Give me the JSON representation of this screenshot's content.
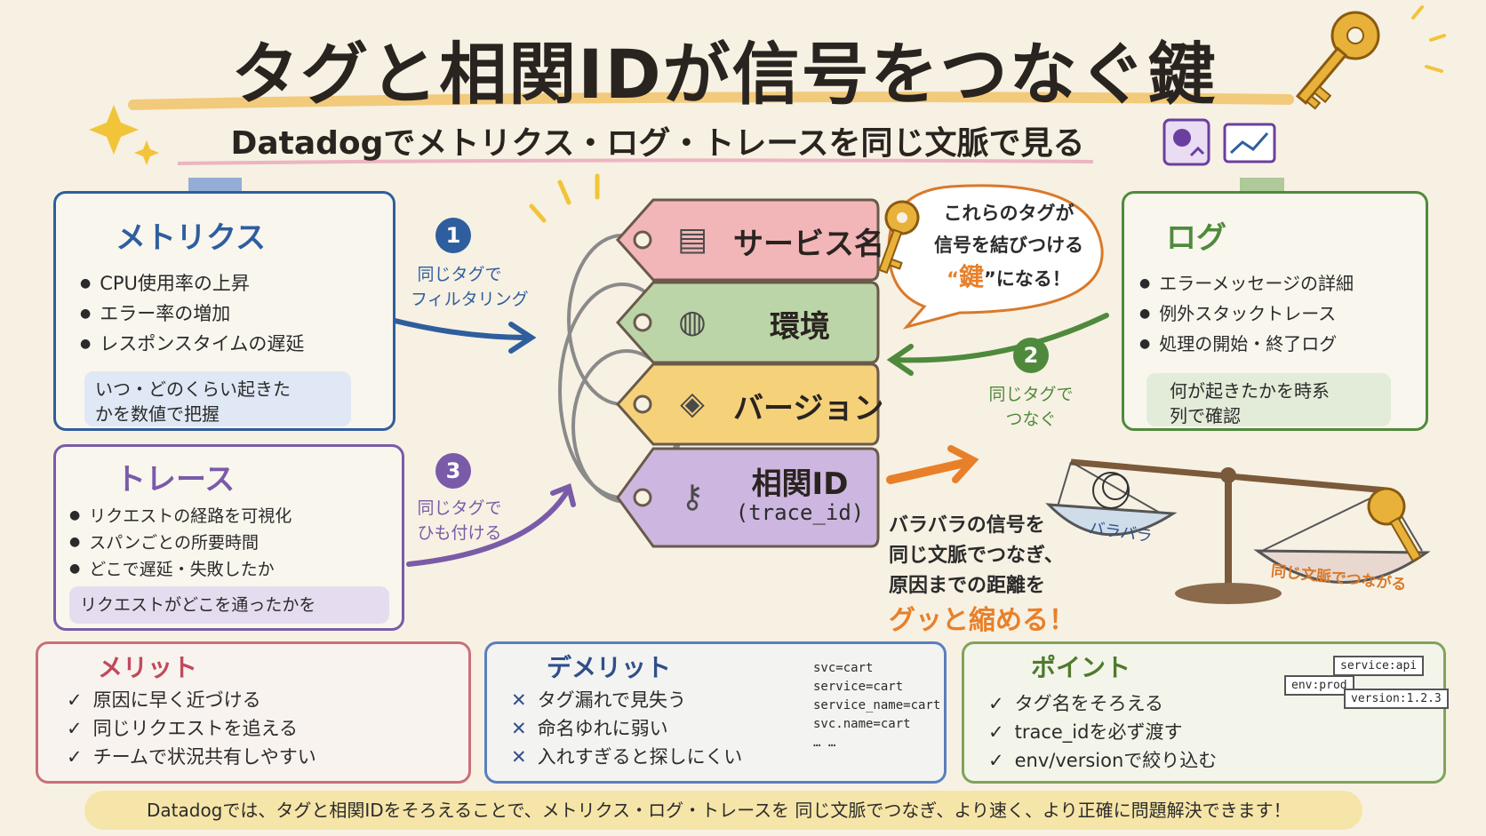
{
  "title": "タグと相関IDが信号をつなぐ鍵",
  "subtitle": "Datadogでメトリクス・ログ・トレースを同じ文脈で見る",
  "metrics": {
    "heading": "メトリクス",
    "items": [
      "CPU使用率の上昇",
      "エラー率の増加",
      "レスポンスタイムの遅延"
    ],
    "summary": "いつ・どのくらい起きたかを数値で把握"
  },
  "traces": {
    "heading": "トレース",
    "items": [
      "リクエストの経路を可視化",
      "スパンごとの所要時間",
      "どこで遅延・失敗したか"
    ],
    "summary": "リクエストがどこを通ったかを"
  },
  "logs": {
    "heading": "ログ",
    "items": [
      "エラーメッセージの詳細",
      "例外スタックトレース",
      "処理の開始・終了ログ"
    ],
    "summary": "何が起きたかを時系列で確認"
  },
  "tags": [
    {
      "label": "サービス名",
      "color": "#f2b6b8"
    },
    {
      "label": "環境",
      "color": "#bcd5a8"
    },
    {
      "label": "バージョン",
      "color": "#f5d27a"
    },
    {
      "label": "相関ID",
      "sub": "(trace_id)",
      "color": "#cdb6df"
    }
  ],
  "steps": [
    {
      "num": "1",
      "line1": "同じタグで",
      "line2": "フィルタリング",
      "color": "#2f5e9e"
    },
    {
      "num": "2",
      "line1": "同じタグで",
      "line2": "つなぐ",
      "color": "#4f8a3c"
    },
    {
      "num": "3",
      "line1": "同じタグで",
      "line2": "ひも付ける",
      "color": "#7a5ba8"
    }
  ],
  "speech": {
    "line1": "これらのタグが",
    "line2": "信号を結びつける",
    "line3_pre": "“",
    "line3_key": "鍵",
    "line3_post": "”になる！"
  },
  "right_note": {
    "line1": "バラバラの信号を",
    "line2": "同じ文脈でつなぎ、",
    "line3": "原因までの距離を",
    "line4": "グッと縮める！"
  },
  "scale": {
    "left_label": "バラバラ",
    "right_label": "同じ文脈でつながる"
  },
  "merit": {
    "heading": "メリット",
    "items": [
      "原因に早く近づける",
      "同じリクエストを追える",
      "チームで状況共有しやすい"
    ]
  },
  "demerit": {
    "heading": "デメリット",
    "items": [
      "タグ漏れで見失う",
      "命名ゆれに弱い",
      "入れすぎると探しにくい"
    ],
    "bubble": [
      "svc=cart",
      "service=cart",
      "service_name=cart",
      "svc.name=cart",
      "…  …"
    ]
  },
  "point": {
    "heading": "ポイント",
    "items": [
      "タグ名をそろえる",
      "trace_idを必ず渡す",
      "env/versionで絞り込む"
    ],
    "chips": [
      "service:api",
      "env:prod",
      "version:1.2.3"
    ]
  },
  "bottom": "Datadogでは、タグと相関IDをそろえることで、メトリクス・ログ・トレースを 同じ文脈でつなぎ、より速く、より正確に問題解決できます！",
  "colors": {
    "metrics": "#2f5e9e",
    "traces": "#7a5ba8",
    "logs": "#4f8a3c",
    "accent": "#e8802a",
    "key": "#e8b23a"
  }
}
